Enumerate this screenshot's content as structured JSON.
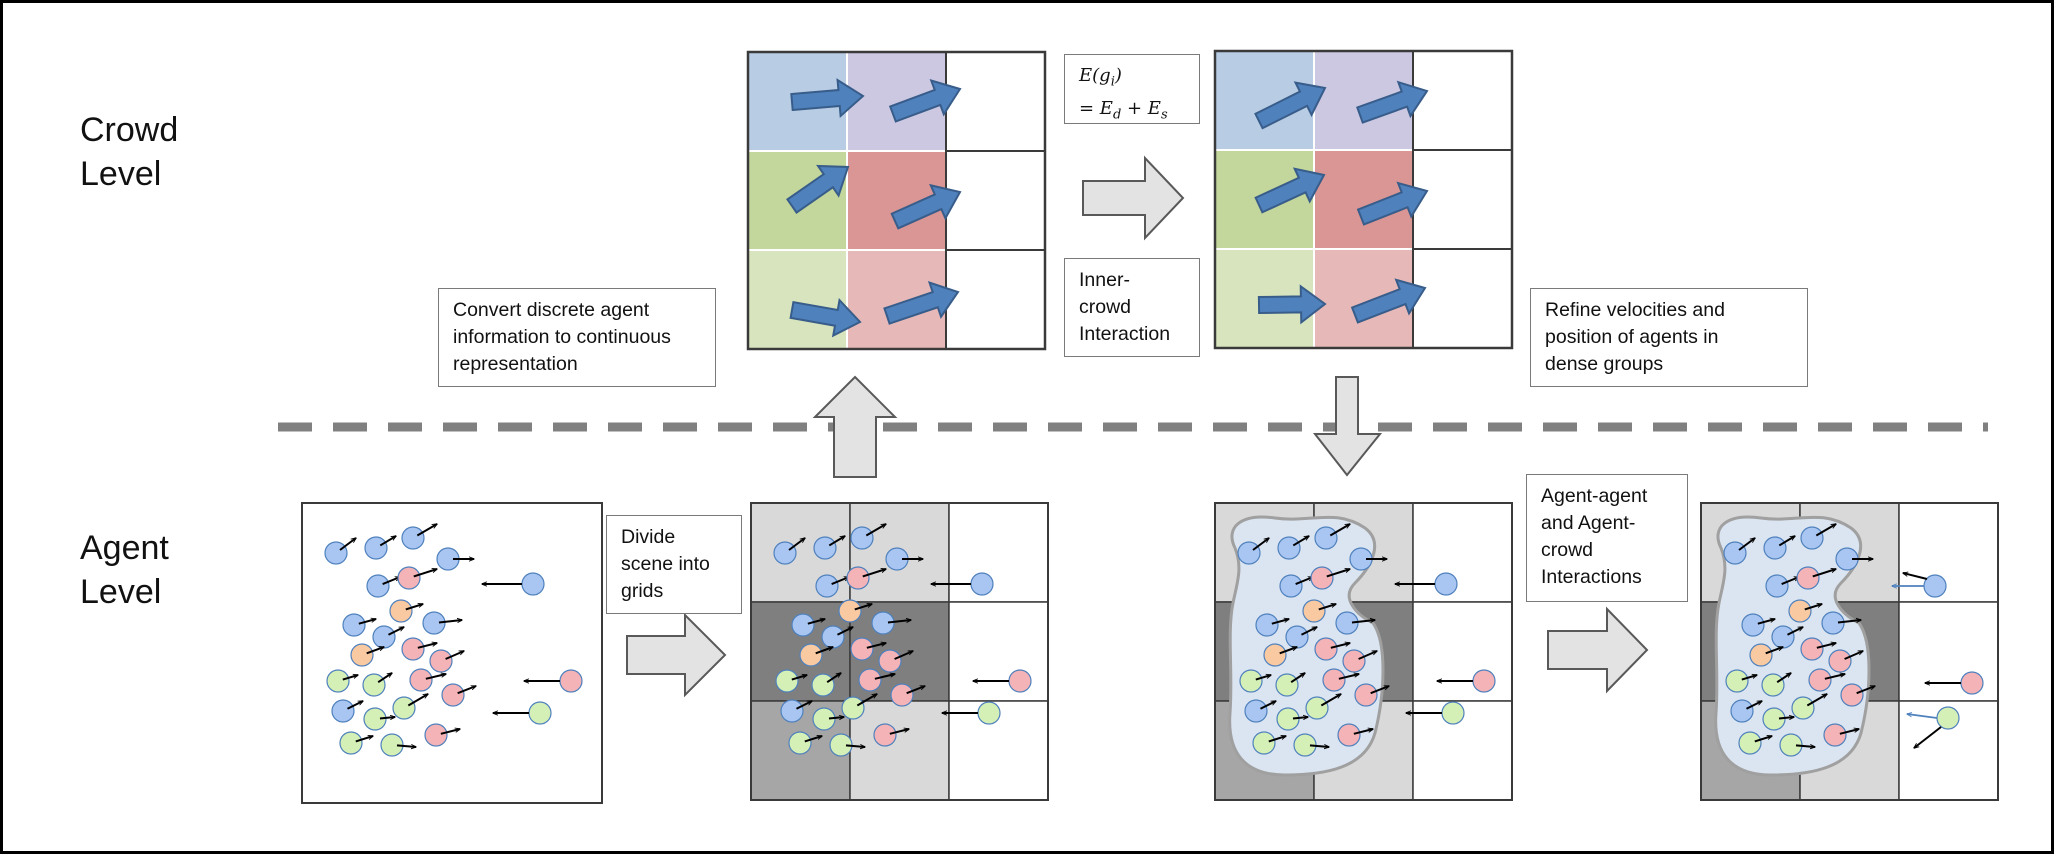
{
  "levels": {
    "crowd": [
      "Crowd",
      "Level"
    ],
    "agent": [
      "Agent",
      "Level"
    ]
  },
  "captions": {
    "convert": [
      "Convert discrete agent",
      "information to continuous",
      "representation"
    ],
    "divide": [
      "Divide",
      "scene into",
      "grids"
    ],
    "inner": [
      "Inner-",
      "crowd",
      "Interaction"
    ],
    "refine": [
      "Refine velocities and",
      "position of agents in",
      "dense groups"
    ],
    "agent_agent": [
      "Agent-agent",
      "and Agent-",
      "crowd",
      "Interactions"
    ]
  },
  "formula": {
    "line1_prefix": "E(g",
    "line1_sub": "i",
    "line1_suffix": ")",
    "line2_prefix": "= E",
    "line2_sub1": "d",
    "line2_mid": " + E",
    "line2_sub2": "s"
  },
  "colors": {
    "agent_blue": "#a9c6f2",
    "agent_pink": "#f4b3b7",
    "agent_orange": "#f9c9a1",
    "agent_green": "#d5f0b6",
    "cell_blue": "#b8cce4",
    "cell_lavender": "#ccc8e2",
    "cell_green": "#c3d69b",
    "cell_red": "#d99694",
    "cell_lightgreen": "#d7e4bd",
    "cell_pink": "#e6b9b8",
    "velocity_arrow": "#4f81bd",
    "grid_dark": "#7f7f7f",
    "grid_mid": "#a6a6a6",
    "grid_light": "#d9d9d9",
    "crowd_region": "#dbe5f1",
    "divider": "#808080"
  }
}
